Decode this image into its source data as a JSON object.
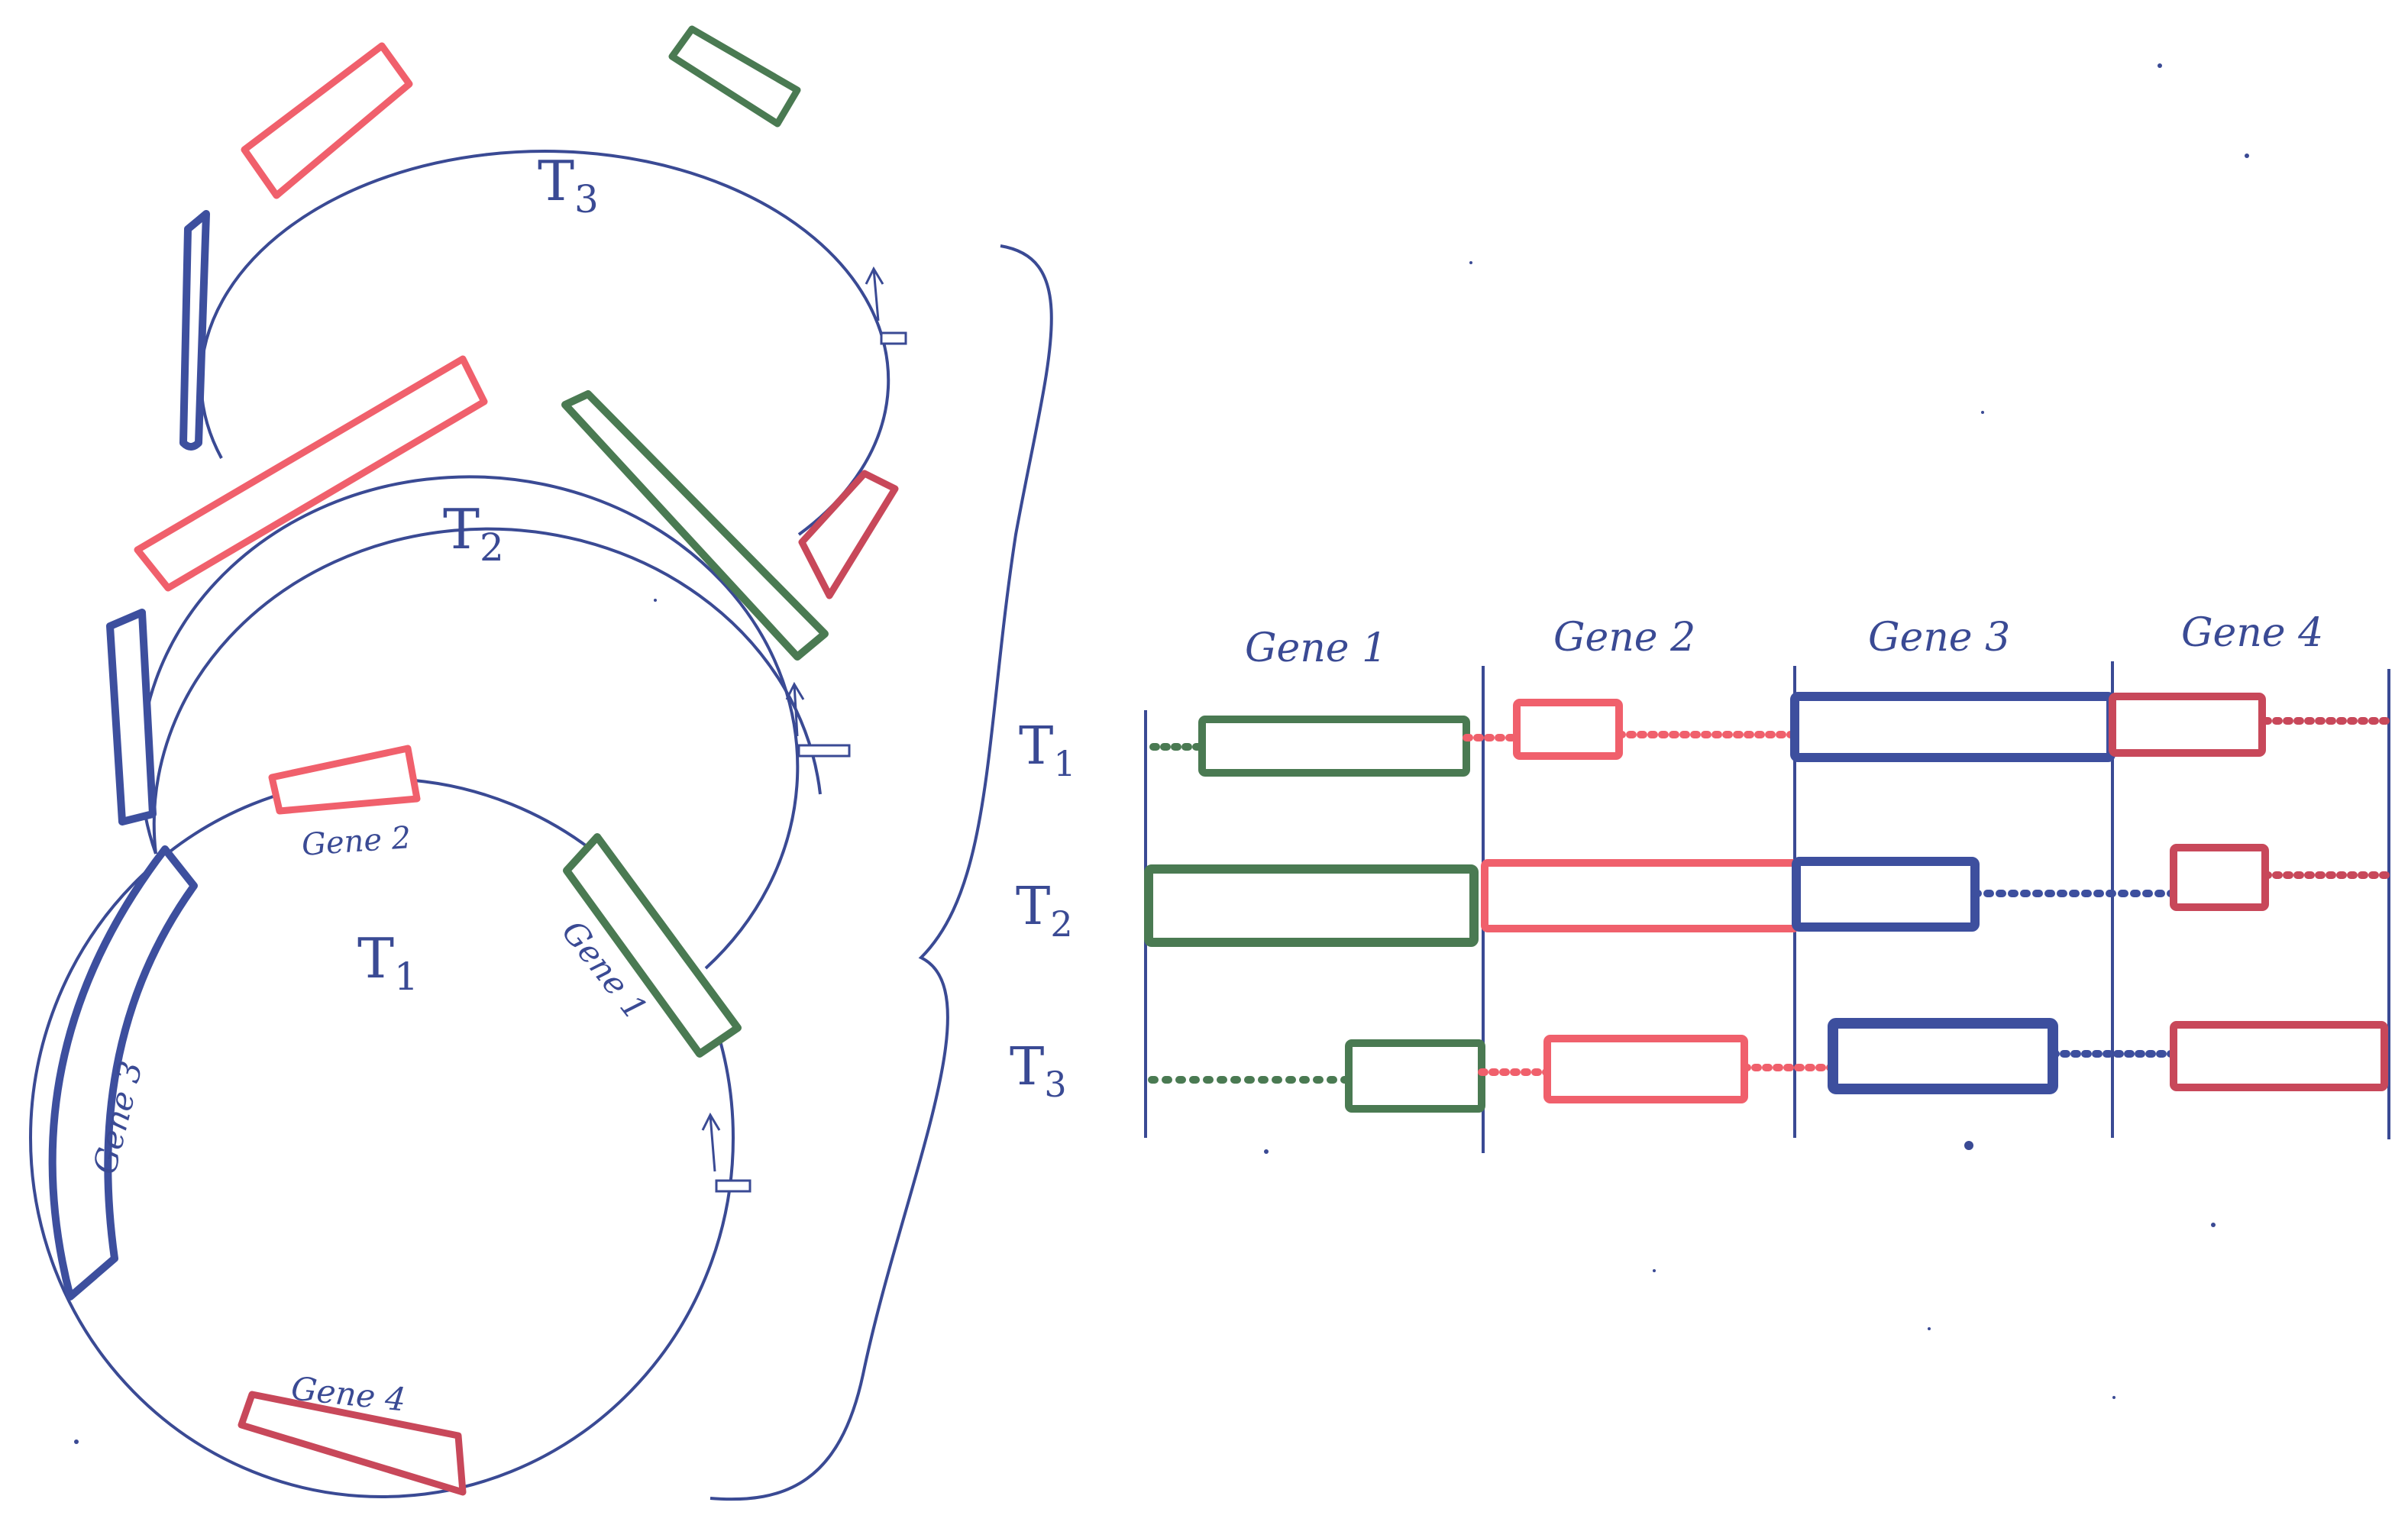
{
  "colors": {
    "ink": "#3a4a94",
    "gene1": "#4a7a52",
    "gene2": "#f0606c",
    "gene3": "#3d4f9e",
    "gene4": "#c8485a"
  },
  "genome_maps": [
    {
      "label": "T",
      "sub": "3"
    },
    {
      "label": "T",
      "sub": "2"
    },
    {
      "label": "T",
      "sub": "1"
    }
  ],
  "t1_gene_labels": {
    "gene1": "Gene 1",
    "gene2": "Gene 2",
    "gene3": "Gene 3",
    "gene4": "Gene 4"
  },
  "alignment": {
    "columns": [
      "Gene 1",
      "Gene 2",
      "Gene 3",
      "Gene 4"
    ],
    "rows": [
      {
        "label": "T",
        "sub": "1"
      },
      {
        "label": "T",
        "sub": "2"
      },
      {
        "label": "T",
        "sub": "3"
      }
    ]
  }
}
